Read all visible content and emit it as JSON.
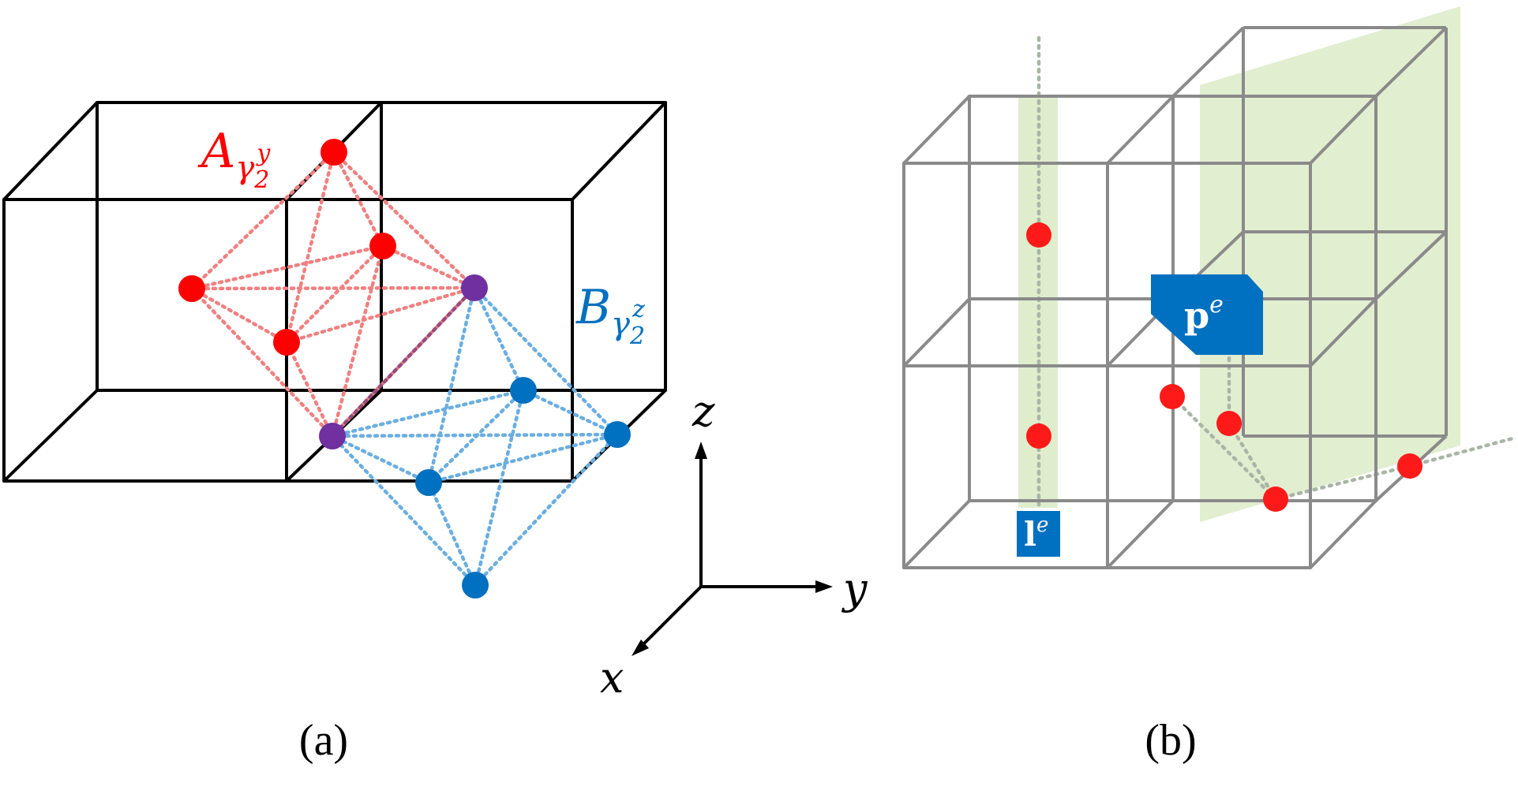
{
  "panel_a": {
    "caption": "(a)",
    "label_A": {
      "base": "A",
      "sub": "γ",
      "sub2": "2",
      "sup": "y"
    },
    "label_B": {
      "base": "B",
      "sub": "γ",
      "sub2": "2",
      "sup": "z"
    },
    "axes": {
      "x": "x",
      "y": "y",
      "z": "z"
    },
    "colors": {
      "A": "#ff0000",
      "B": "#0070c0",
      "shared": "#7030a0",
      "A_bond": "#f08080",
      "B_bond": "#6aaee0",
      "frame": "#000000"
    }
  },
  "panel_b": {
    "caption": "(b)",
    "line_label": {
      "base": "l",
      "sup": "e"
    },
    "plaquette_label": {
      "base": "p",
      "sup": "e"
    },
    "colors": {
      "lattice": "#8a8a8a",
      "site": "#ff1a1a",
      "highlight": "#dcebc8",
      "label_bg": "#0070c0",
      "label_text": "#ffffff",
      "dotted": "#a9b5a5"
    }
  }
}
